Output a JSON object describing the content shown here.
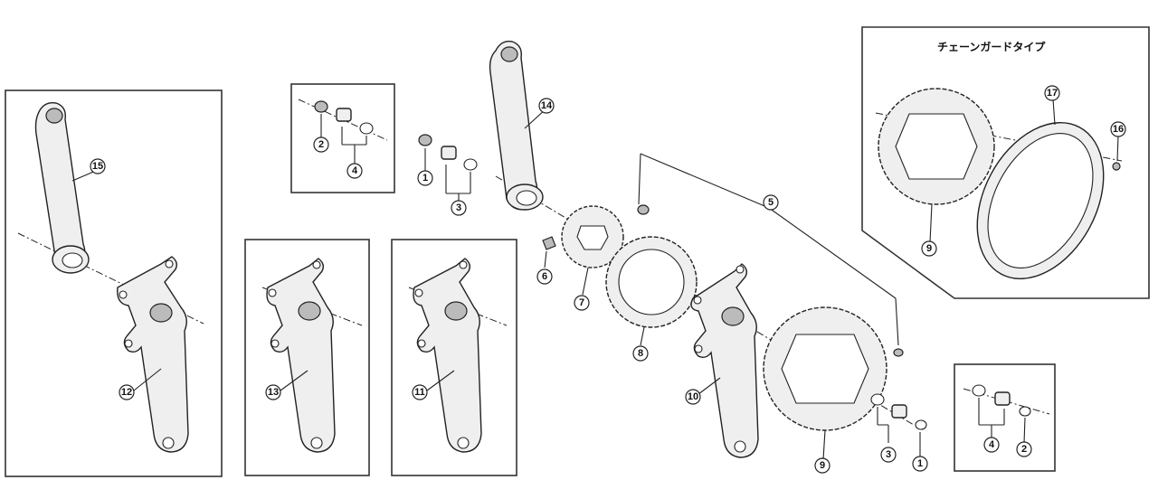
{
  "inset_title": "チェーンガードタイプ",
  "callouts": {
    "c1a": "1",
    "c2a": "2",
    "c3a": "3",
    "c4a": "4",
    "c5": "5",
    "c6": "6",
    "c7": "7",
    "c8": "8",
    "c9a": "9",
    "c9b": "9",
    "c10": "10",
    "c11": "11",
    "c12": "12",
    "c13": "13",
    "c14": "14",
    "c15": "15",
    "c16": "16",
    "c17": "17",
    "c1b": "1",
    "c2b": "2",
    "c3b": "3",
    "c4b": "4"
  },
  "colors": {
    "line": "#222222",
    "part_fill": "#efefef",
    "background": "#ffffff"
  }
}
